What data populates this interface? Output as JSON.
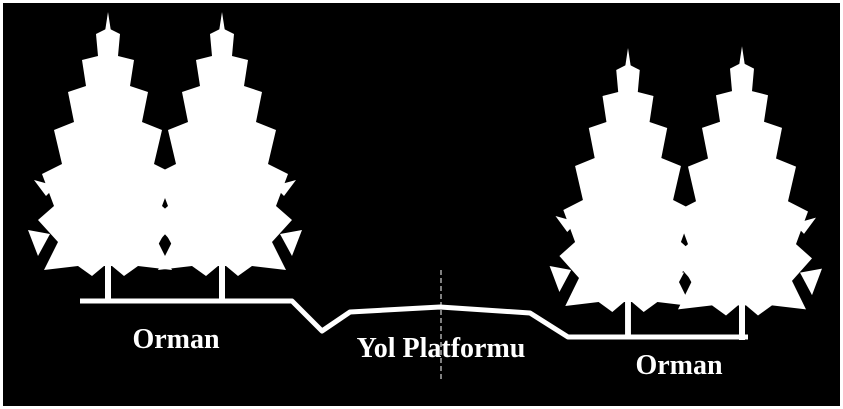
{
  "labels": {
    "left_zone": "Orman",
    "center_zone": "Yol Platformu",
    "right_zone": "Orman"
  },
  "colors": {
    "background": "#000000",
    "foreground": "#ffffff",
    "frame": "#000000"
  },
  "icons": {
    "left_trees": "pine-tree-icon",
    "right_trees": "pine-tree-icon"
  }
}
